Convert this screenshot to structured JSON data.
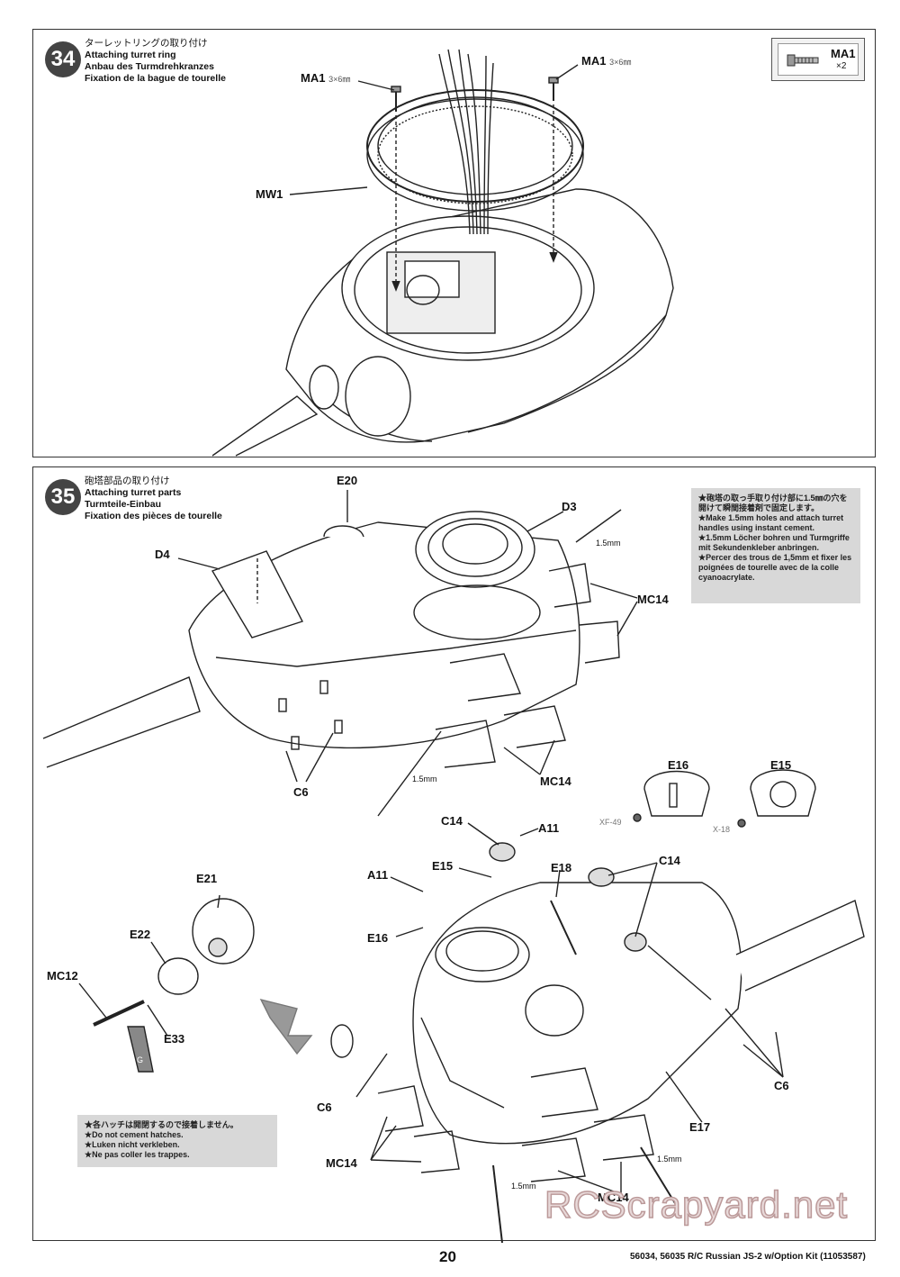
{
  "step34": {
    "number": "34",
    "title_ja": "ターレットリングの取り付け",
    "title_en": "Attaching turret ring",
    "title_de": "Anbau des Turmdrehkranzes",
    "title_fr": "Fixation de la bague de tourelle",
    "parts_box": {
      "part": "MA1",
      "qty": "×2"
    },
    "labels": {
      "ma1_left": "MA1",
      "ma1_left_size": "3×6㎜",
      "ma1_right": "MA1",
      "ma1_right_size": "3×6㎜",
      "mw1": "MW1"
    }
  },
  "step35": {
    "number": "35",
    "title_ja": "砲塔部品の取り付け",
    "title_en": "Attaching turret parts",
    "title_de": "Turmteile-Einbau",
    "title_fr": "Fixation des pièces de tourelle",
    "note_top": [
      "★砲塔の取っ手取り付け部に1.5㎜の穴を開けて瞬間接着剤で固定します。",
      "★Make 1.5mm holes and attach turret handles using instant cement.",
      "★1.5mm Löcher bohren und Turmgriffe mit Sekundenkleber anbringen.",
      "★Percer des trous de 1,5mm et fixer les poignées de tourelle avec de la colle cyanoacrylate."
    ],
    "note_bottom": [
      "★各ハッチは開閉するので接着しません。",
      "★Do not cement hatches.",
      "★Luken nicht verkleben.",
      "★Ne pas coller les trappes."
    ],
    "labels": {
      "e20": "E20",
      "d3": "D3",
      "d4": "D4",
      "mc14_a": "MC14",
      "mc14_b": "MC14",
      "mm15_a": "1.5mm",
      "mm15_b": "1.5mm",
      "c6_a": "C6",
      "e16": "E16",
      "e15": "E15",
      "xf49": "XF-49",
      "x18": "X-18",
      "c14_a": "C14",
      "a11_a": "A11",
      "e15_b": "E15",
      "e18": "E18",
      "c14_b": "C14",
      "a11_b": "A11",
      "e16_b": "E16",
      "e21": "E21",
      "e22": "E22",
      "mc12": "MC12",
      "e33": "E33",
      "g": "G",
      "c6_b": "C6",
      "c6_c": "C6",
      "e17": "E17",
      "mc14_c": "MC14",
      "mc14_d": "MC14",
      "mm15_c": "1.5mm",
      "mm15_d": "1.5mm"
    }
  },
  "footer": {
    "page": "20",
    "model": "56034, 56035  R/C Russian JS-2 w/Option Kit (11053587)"
  },
  "watermark": "RCScrapyard.net"
}
